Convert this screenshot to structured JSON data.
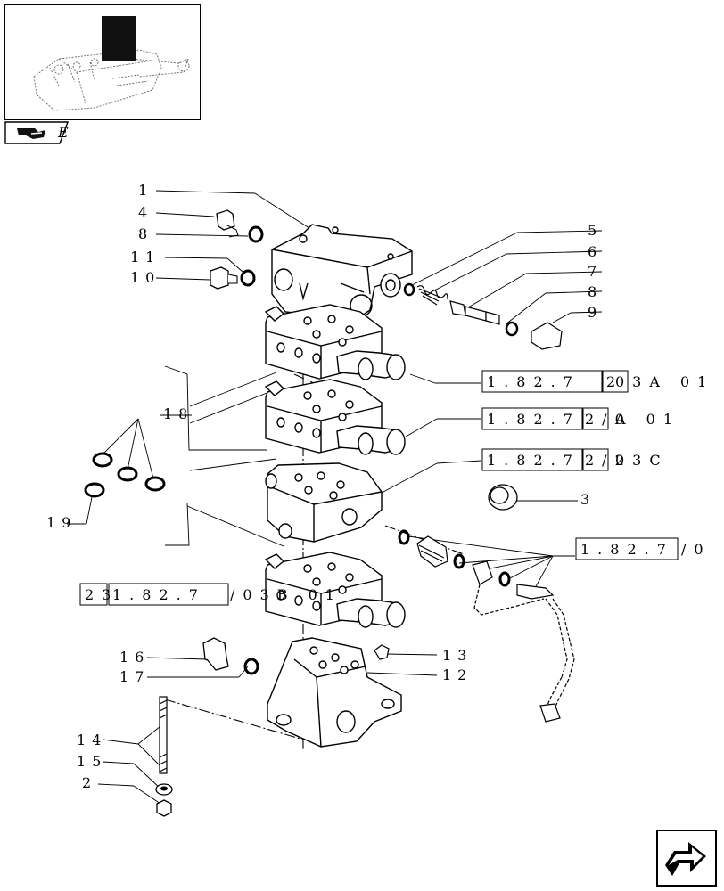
{
  "callouts": [
    {
      "id": "c1",
      "text": "1"
    },
    {
      "id": "c4",
      "text": "4"
    },
    {
      "id": "c8a",
      "text": "8"
    },
    {
      "id": "c11",
      "text": "11"
    },
    {
      "id": "c10",
      "text": "10"
    },
    {
      "id": "c5",
      "text": "5"
    },
    {
      "id": "c6",
      "text": "6"
    },
    {
      "id": "c7",
      "text": "7"
    },
    {
      "id": "c8b",
      "text": "8"
    },
    {
      "id": "c9",
      "text": "9"
    },
    {
      "id": "c18",
      "text": "18"
    },
    {
      "id": "c19",
      "text": "19"
    },
    {
      "id": "c3",
      "text": "3"
    },
    {
      "id": "c16",
      "text": "16"
    },
    {
      "id": "c17",
      "text": "17"
    },
    {
      "id": "c13",
      "text": "13"
    },
    {
      "id": "c12",
      "text": "12"
    },
    {
      "id": "c14",
      "text": "14"
    },
    {
      "id": "c15",
      "text": "15"
    },
    {
      "id": "c2",
      "text": "2"
    },
    {
      "id": "c23",
      "text": "23"
    }
  ],
  "references": {
    "ref_a": {
      "prefix": "1.82.7",
      "mid": "2",
      "suffix": "03A 01",
      "overlay": "0"
    },
    "ref_b": {
      "prefix": "1.82.7",
      "mid": "2/0",
      "suffix": "A 01",
      "overlay": "2"
    },
    "ref_c": {
      "prefix": "1.82.7",
      "mid": "2/2",
      "suffix": "03C",
      "overlay": "0"
    },
    "ref_d": {
      "prefix": "1.82.7",
      "suffix": "/0"
    },
    "ref_e": {
      "prefix": "1.82.7",
      "suffix": "/03B 01"
    }
  },
  "thumbnail_tab_letter": "E"
}
